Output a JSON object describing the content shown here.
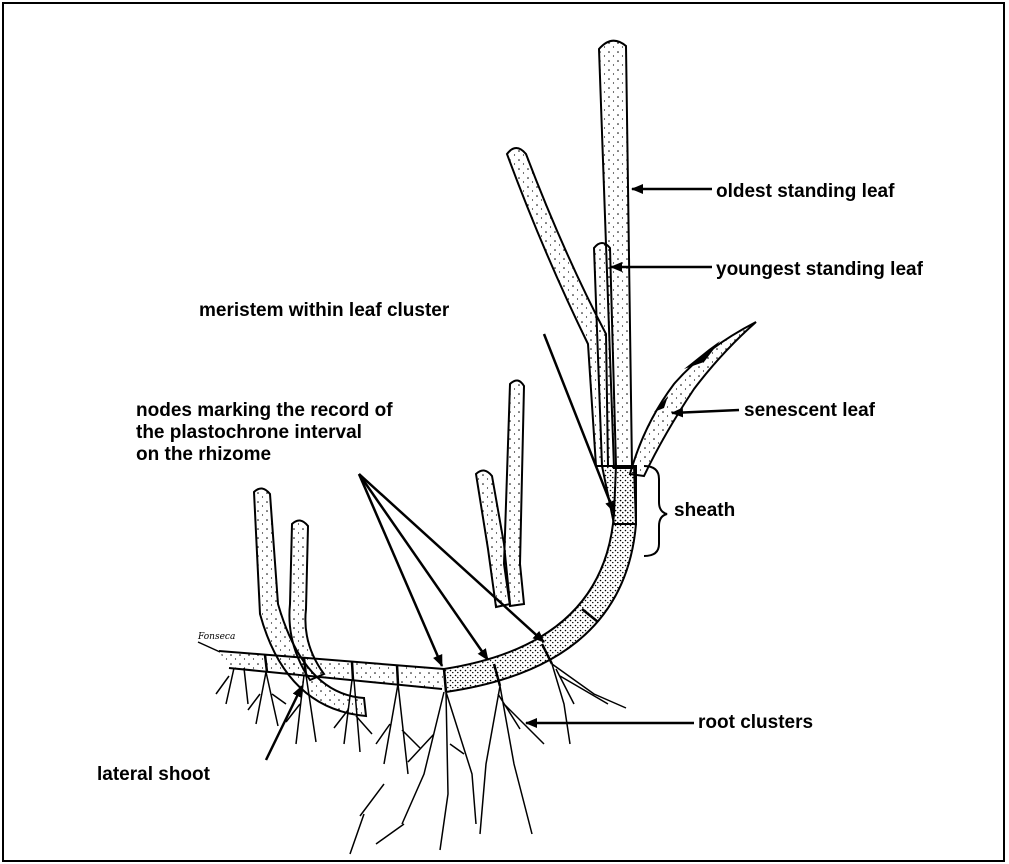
{
  "diagram": {
    "labels": {
      "oldest_standing_leaf": "oldest standing leaf",
      "youngest_standing_leaf": "youngest standing leaf",
      "meristem": "meristem within leaf cluster",
      "senescent_leaf": "senescent  leaf",
      "nodes_line1": "nodes marking the record of",
      "nodes_line2": "the plastochrone interval",
      "nodes_line3": "on the rhizome",
      "sheath": "sheath",
      "root_clusters": "root clusters",
      "lateral_shoot": "lateral shoot"
    },
    "signature": "Fonseca"
  }
}
